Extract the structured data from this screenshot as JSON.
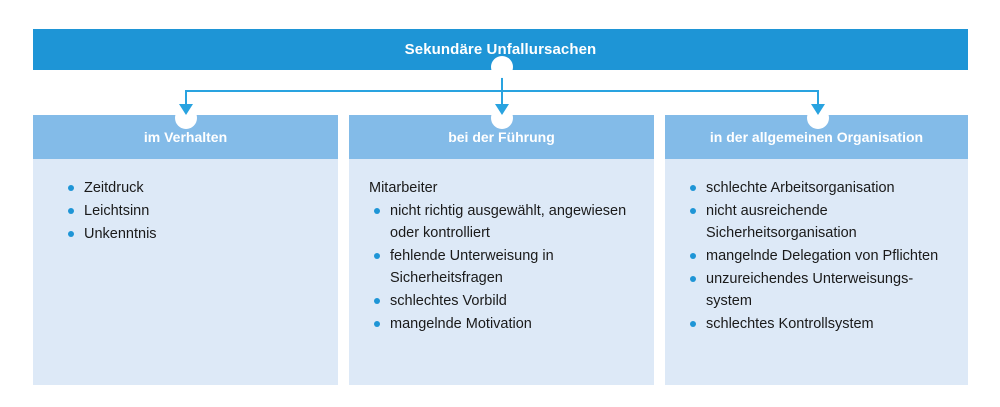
{
  "diagram": {
    "type": "tree-diagram",
    "title": "Sekundäre Unfallursachen",
    "colors": {
      "root_bar": "#1e95d6",
      "column_header": "#83bbe8",
      "column_body": "#dde9f7",
      "connector": "#29a3e0",
      "bullet": "#1e95d6",
      "header_text": "#ffffff",
      "body_text": "#1a1a1a",
      "page_background": "#ffffff"
    },
    "columns": [
      {
        "header": "im Verhalten",
        "intro": "",
        "items": [
          "Zeitdruck",
          "Leichtsinn",
          "Unkenntnis"
        ]
      },
      {
        "header": "bei der Führung",
        "intro": "Mitarbeiter",
        "items": [
          "nicht richtig ausgewählt, angewiesen oder kontrolliert",
          "fehlende Unterweisung in Sicherheitsfragen",
          "schlechtes Vorbild",
          "mangelnde Motivation"
        ]
      },
      {
        "header": "in der allgemeinen Organisation",
        "intro": "",
        "items": [
          "schlechte Arbeitsorganisation",
          "nicht ausreichende Sicherheitsorganisation",
          "mangelnde Delegation von Pflichten",
          "unzureichendes Unterweisungs-system",
          "schlechtes Kontrollsystem"
        ]
      }
    ]
  }
}
